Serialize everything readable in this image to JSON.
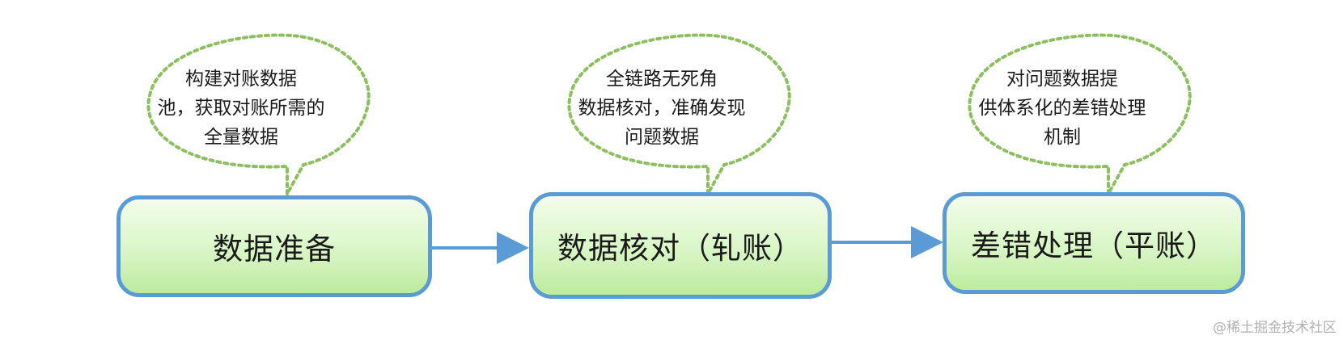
{
  "stages": [
    {
      "label": "数据准备",
      "callout": [
        "构建对账数据",
        "池，获取对账所需的",
        "全量数据"
      ]
    },
    {
      "label": "数据核对（轧账）",
      "callout": [
        "全链路无死角",
        "数据核对，准确发现",
        "问题数据"
      ]
    },
    {
      "label": "差错处理（平账）",
      "callout": [
        "对问题数据提",
        "供体系化的差错处理",
        "机制"
      ]
    }
  ],
  "watermark": "@稀土掘金技术社区",
  "colors": {
    "box_border": "#5b9bd5",
    "box_fill_top": "#f3fdeb",
    "box_fill_bottom": "#bdeb9e",
    "arrow": "#5b9bd5",
    "callout_border": "#8cbf5f"
  }
}
